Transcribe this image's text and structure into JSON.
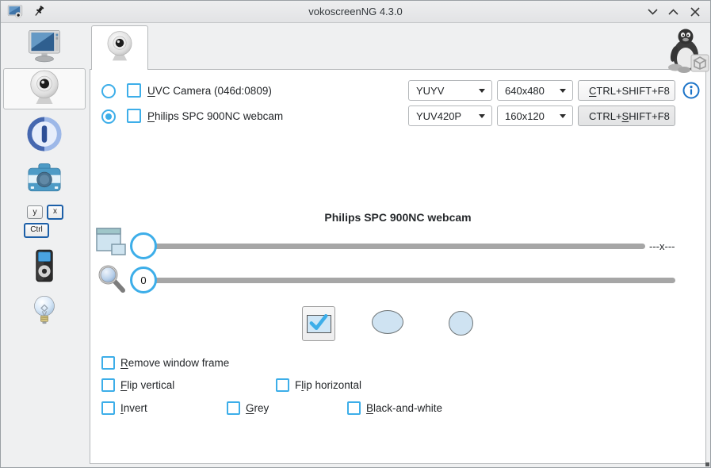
{
  "titlebar": {
    "title": "vokoscreenNG 4.3.0"
  },
  "sidebar": {
    "hotkey_keys": {
      "top_left": "y",
      "top_right": "x",
      "bottom": "Ctrl"
    },
    "selected_item": "webcam"
  },
  "cameras": [
    {
      "label": "UVC Camera (046d:0809)",
      "label_mnemonic_index": 0,
      "radio_selected": false,
      "checkbox_checked": false,
      "format": "YUYV",
      "resolution": "640x480",
      "shortcut": "CTRL+SHIFT+F8",
      "shortcut_mnemonic_index": 0
    },
    {
      "label": "Philips SPC 900NC webcam",
      "label_mnemonic_index": 0,
      "radio_selected": true,
      "checkbox_checked": false,
      "format": "YUV420P",
      "resolution": "160x120",
      "shortcut": "CTRL+SHIFT+F8",
      "shortcut_mnemonic_index": 5
    }
  ],
  "preview_title": "Philips SPC 900NC webcam",
  "sliders": {
    "position_end_label": "---x---",
    "zoom_value": "0"
  },
  "options": {
    "remove_window_frame": {
      "label": "Remove window frame",
      "mnemonic": 0
    },
    "flip_vertical": {
      "label": "Flip vertical",
      "mnemonic": 0
    },
    "flip_horizontal": {
      "label": "Flip horizontal",
      "mnemonic": 1
    },
    "invert": {
      "label": "Invert",
      "mnemonic": 0
    },
    "grey": {
      "label": "Grey",
      "mnemonic": 0
    },
    "black_and_white": {
      "label": "Black-and-white",
      "mnemonic": 0
    }
  },
  "colors": {
    "accent_blue": "#3daee9",
    "window_bg": "#eff0f1",
    "pane_bg": "#ffffff",
    "indicator_fill": "#cfe3f2",
    "track_gray": "#a6a6a6"
  }
}
